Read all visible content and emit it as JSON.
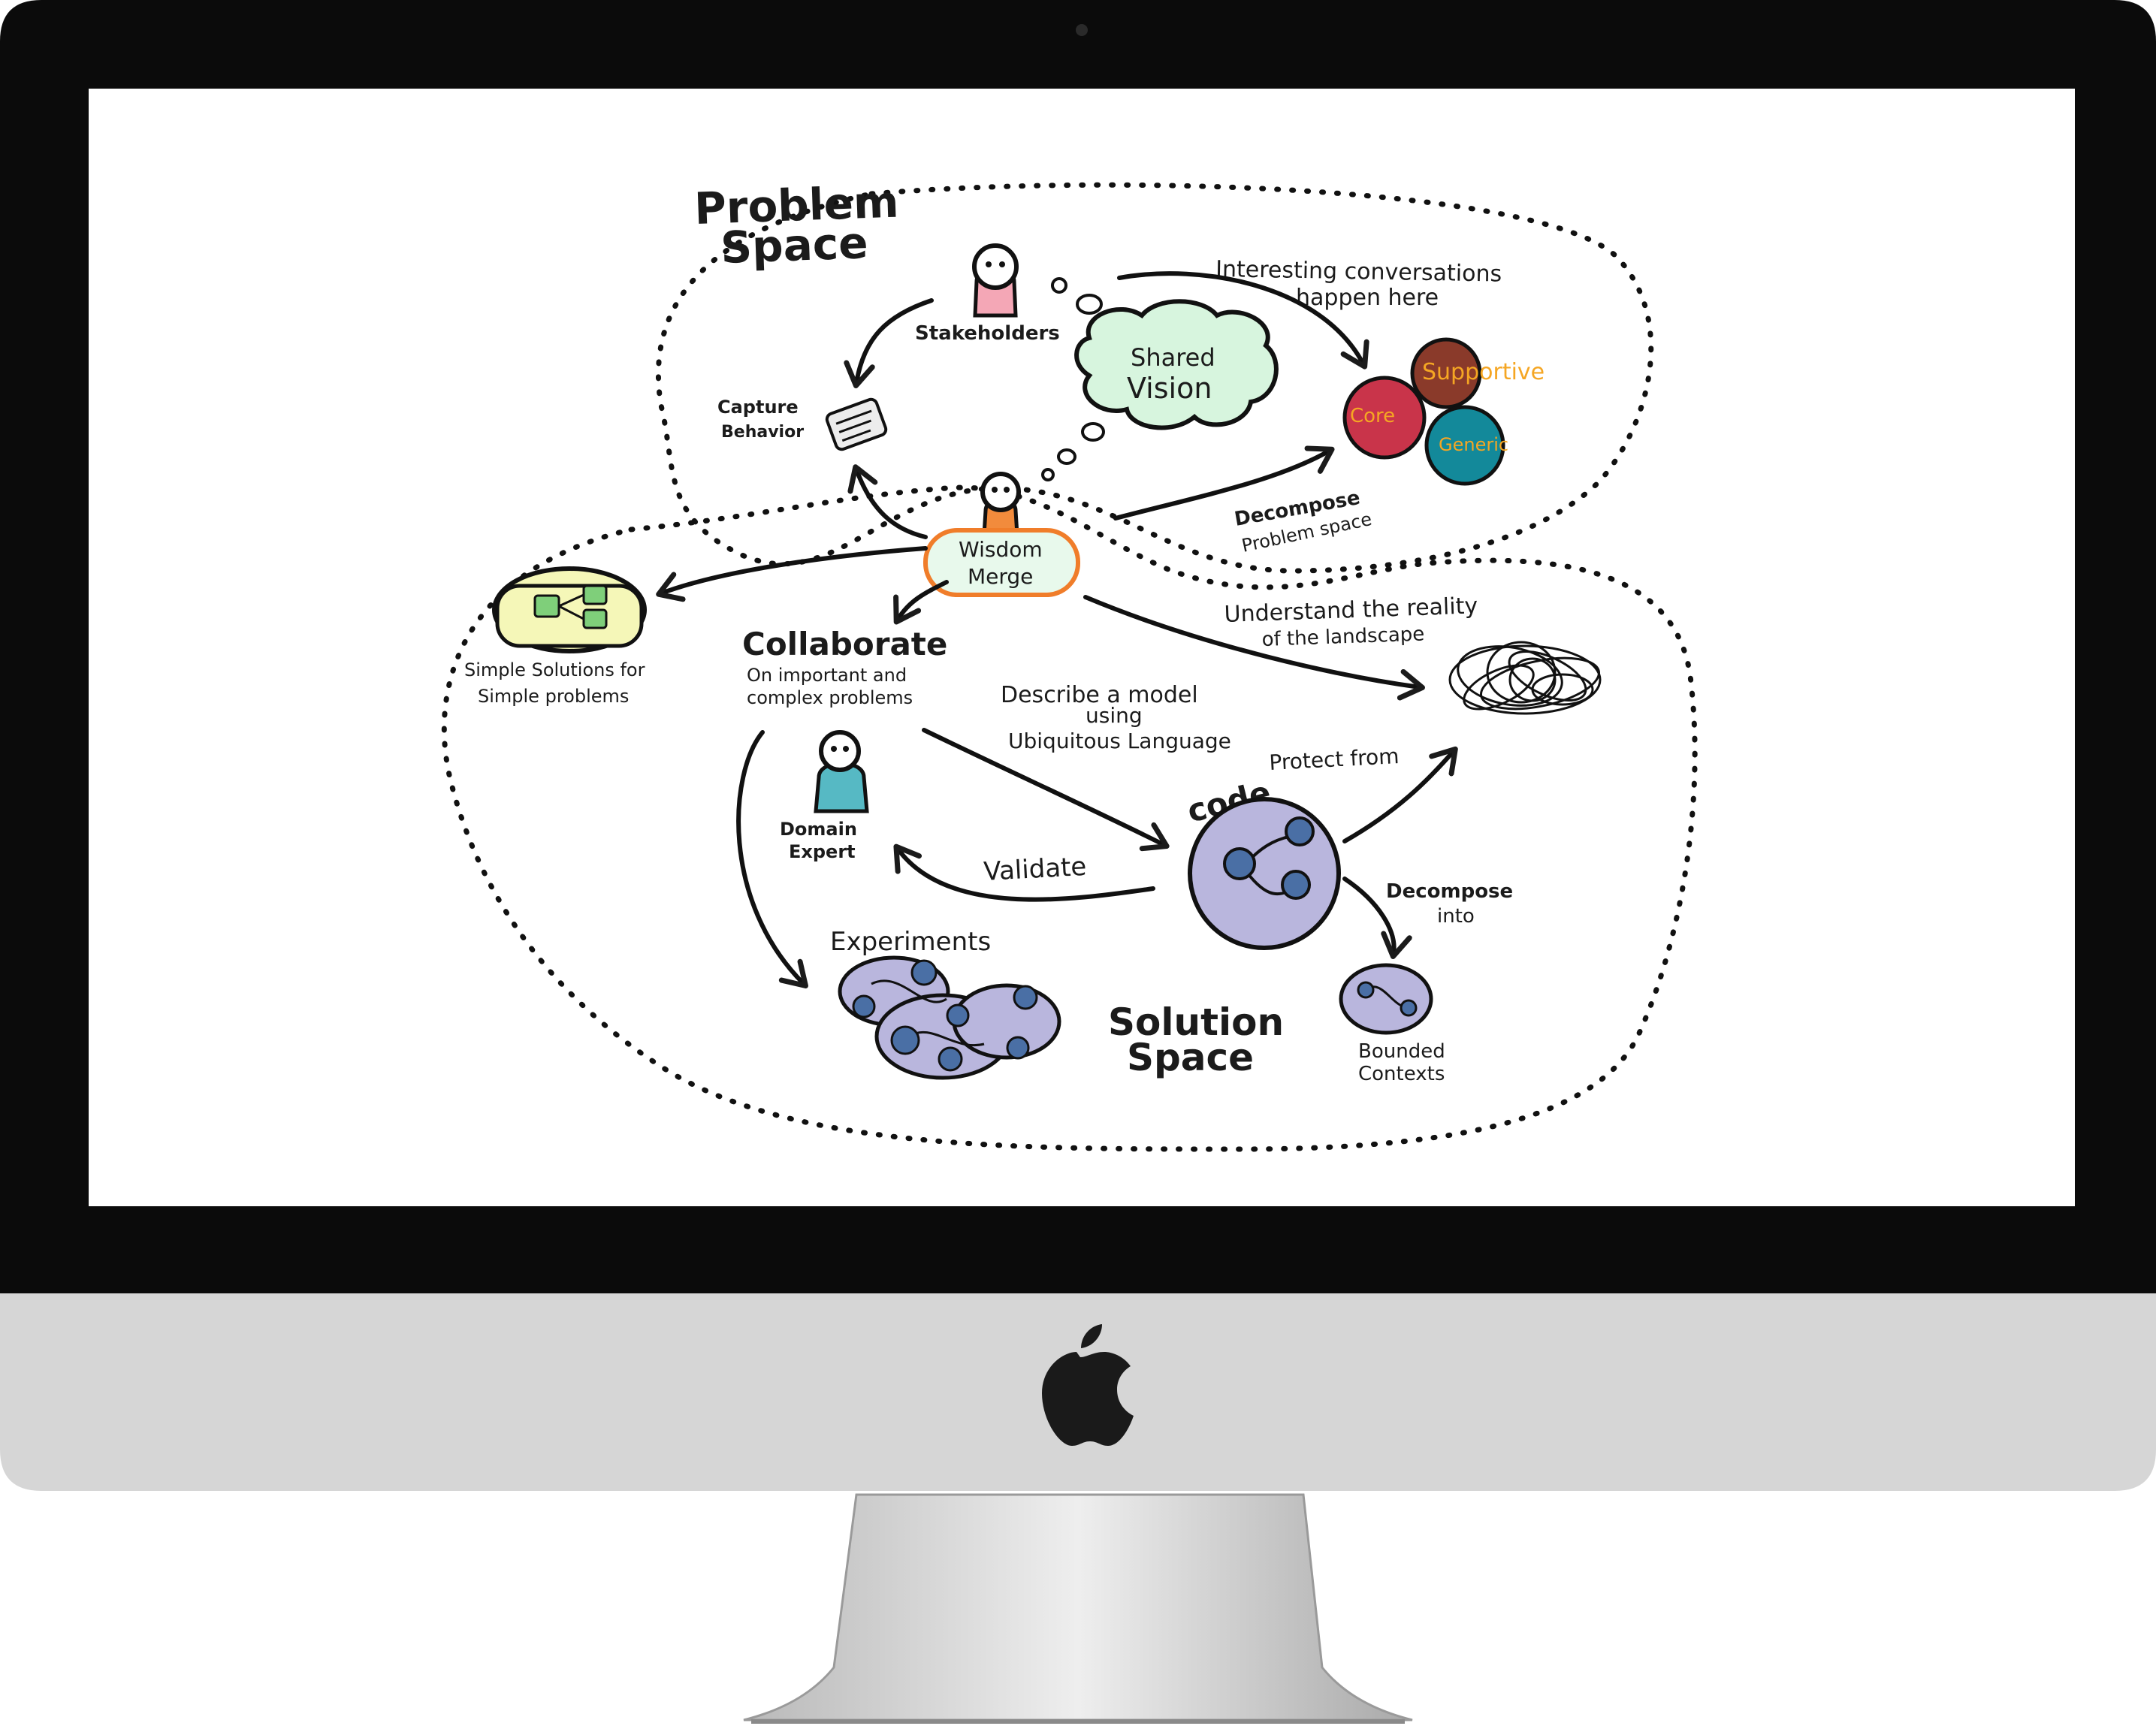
{
  "colors": {
    "bezel": "#0b0b0b",
    "screen": "#ffffff",
    "chin": "#d6d6d6",
    "ink": "#1b1b1b",
    "shared_vision_fill": "#d7f5de",
    "wisdom_merge_border": "#f07d2a",
    "wisdom_merge_fill": "#e8f9ec",
    "stakeholder_body": "#f4a7b6",
    "expert_body": "#56b9c4",
    "wisdom_body": "#f28b3c",
    "core": "#c9344a",
    "supportive": "#8a3a2a",
    "generic": "#13899a",
    "domain_label": "#f5a623",
    "simple_solution_fill": "#f5f7b8",
    "simple_solution_boxes": "#7fcf7a",
    "code_fill": "#b9b6dd",
    "code_nodes": "#4a6fa5"
  },
  "diagram": {
    "problem_space_title": [
      "Problem",
      "Space"
    ],
    "solution_space_title": [
      "Solution",
      "Space"
    ],
    "stakeholders": "Stakeholders",
    "capture_behavior": [
      "Capture",
      "Behavior"
    ],
    "shared_vision": [
      "Shared",
      "Vision"
    ],
    "interesting_conversations": [
      "Interesting conversations",
      "happen here"
    ],
    "domains": {
      "supportive": "Supportive",
      "core": "Core",
      "generic": "Generic"
    },
    "decompose_problem_space": [
      "Decompose",
      "Problem space"
    ],
    "wisdom_merge": [
      "Wisdom",
      "Merge"
    ],
    "simple_solutions": [
      "Simple Solutions for",
      "Simple problems"
    ],
    "collaborate_title": "Collaborate",
    "collaborate_sub": [
      "On important and",
      "complex problems"
    ],
    "understand_reality": [
      "Understand the reality",
      "of the landscape"
    ],
    "describe_model": [
      "Describe a model",
      "using",
      "Ubiquitous Language"
    ],
    "protect_from": "Protect from",
    "domain_expert": [
      "Domain",
      "Expert"
    ],
    "code": "code",
    "validate": "Validate",
    "decompose_into": [
      "Decompose",
      "into"
    ],
    "experiments": "Experiments",
    "bounded_contexts": [
      "Bounded",
      "Contexts"
    ]
  }
}
